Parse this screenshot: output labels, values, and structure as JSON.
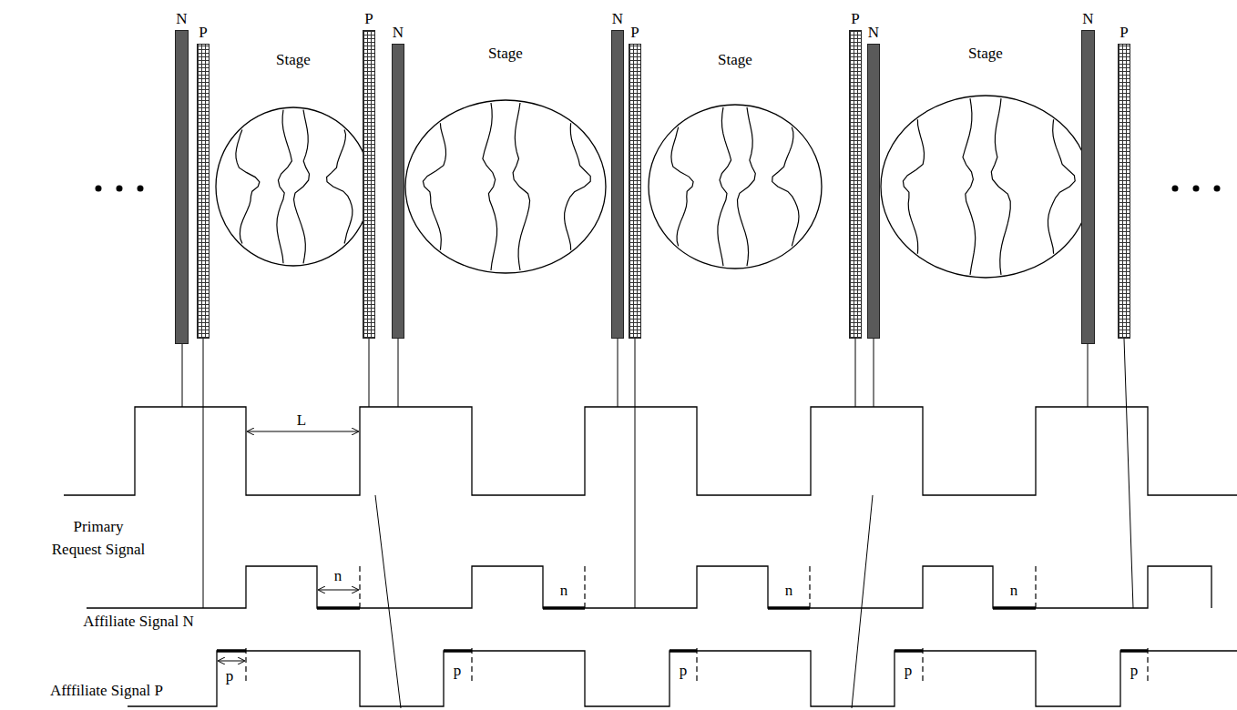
{
  "diagram": {
    "nodes": [
      {
        "text": [
          "N"
        ]
      },
      {
        "text": [
          "P"
        ]
      },
      {
        "text": [
          "Stage"
        ]
      },
      {
        "text": [
          "P"
        ]
      },
      {
        "text": [
          "N"
        ]
      },
      {
        "text": [
          "Stage"
        ]
      },
      {
        "text": [
          "N"
        ]
      },
      {
        "text": [
          "P"
        ]
      },
      {
        "text": [
          "Stage"
        ]
      },
      {
        "text": [
          "P"
        ]
      },
      {
        "text": [
          "N"
        ]
      },
      {
        "text": [
          "Stage"
        ]
      },
      {
        "text": [
          "N"
        ]
      },
      {
        "text": [
          "P"
        ]
      }
    ],
    "labels": [
      "Primary Request Signal",
      "L",
      "Affiliate Signal N",
      "n",
      "n",
      "n",
      "n",
      "Afffiliate Signal P",
      "p",
      "p",
      "p",
      "p",
      "p"
    ]
  }
}
